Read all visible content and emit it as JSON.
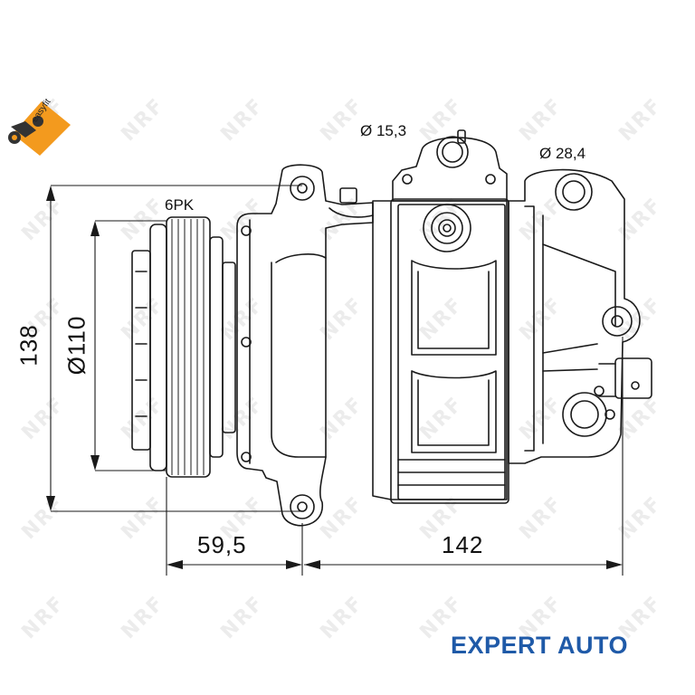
{
  "watermark": "NRF",
  "logo": {
    "easyfit_text": "easyfit",
    "accent_color": "#f39a1e"
  },
  "dimensions": {
    "port1": "Ø 15,3",
    "port2": "Ø 28,4",
    "belt": "6PK",
    "overall_height": "138",
    "pulley_diameter": "Ø110",
    "pulley_offset": "59,5",
    "body_length": "142"
  },
  "brand": {
    "text": "EXPERT AUTO",
    "color": "#1f5aa8"
  }
}
